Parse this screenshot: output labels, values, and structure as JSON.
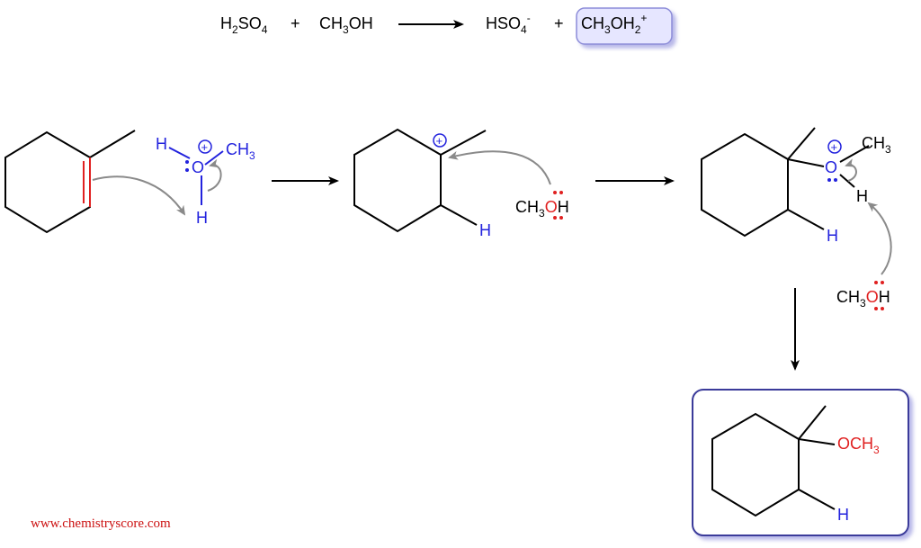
{
  "top_equation": {
    "acid": {
      "a": "H",
      "sub1": "2",
      "b": "SO",
      "sub2": "4"
    },
    "plus_1": "+",
    "methanol": {
      "a": "CH",
      "sub1": "3",
      "b": "OH"
    },
    "bisulfate": {
      "a": "HSO",
      "sub1": "4",
      "sup": "-"
    },
    "plus_2": "+",
    "oxonium": {
      "a": "CH",
      "sub1": "3",
      "b": "OH",
      "sub2": "2",
      "sup": "+"
    }
  },
  "step1": {
    "h_top": "H",
    "oxygen": "O",
    "ch3": {
      "a": "CH",
      "sub": "3"
    },
    "h_bottom": "H",
    "charge": "+"
  },
  "step2": {
    "charge": "+",
    "h_label": "H",
    "methanol": {
      "a": "CH",
      "sub": "3",
      "o": "O",
      "h": "H"
    }
  },
  "step3": {
    "oxygen": "O",
    "ch3": {
      "a": "CH",
      "sub": "3"
    },
    "h_on_o": "H",
    "charge": "+",
    "h_label": "H",
    "methanol": {
      "a": "CH",
      "sub": "3",
      "o": "O",
      "h": "H"
    }
  },
  "product": {
    "och3": {
      "a": "OCH",
      "sub": "3"
    },
    "h_label": "H"
  },
  "credit": "www.chemistryscore.com",
  "colors": {
    "ink": "#000000",
    "blue": "#2222dd",
    "red": "#e02020",
    "arrow_gray": "#8a8a8a",
    "box_border": "#3a3a9a",
    "highlight_fill": "#e6e6ff",
    "highlight_border": "#8c8cd8"
  }
}
